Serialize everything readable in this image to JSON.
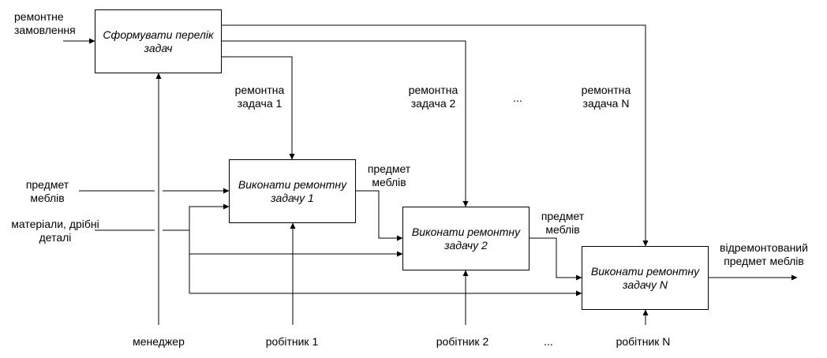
{
  "boxes": {
    "form_list": "Сформувати перелік задач",
    "task_1": "Виконати ремонтну задачу 1",
    "task_2": "Виконати ремонтну задачу 2",
    "task_n": "Виконати ремонтну задачу N"
  },
  "inputs": {
    "repair_order": "ремонтне замовлення",
    "furniture_item": "предмет меблів",
    "materials": "матеріали, дрібні деталі"
  },
  "task_flows": {
    "repair_task_1": "ремонтна задача 1",
    "repair_task_2": "ремонтна задача 2",
    "ellipsis": "...",
    "repair_task_n": "ремонтна задача N"
  },
  "intermediate": {
    "item_after_1": "предмет меблів",
    "item_after_2": "предмет меблів"
  },
  "output": {
    "repaired_item": "відремонтований предмет меблів"
  },
  "mechanisms": {
    "manager": "менеджер",
    "worker_1": "робітник 1",
    "worker_2": "робітник 2",
    "ellipsis": "...",
    "worker_n": "робітник N"
  }
}
